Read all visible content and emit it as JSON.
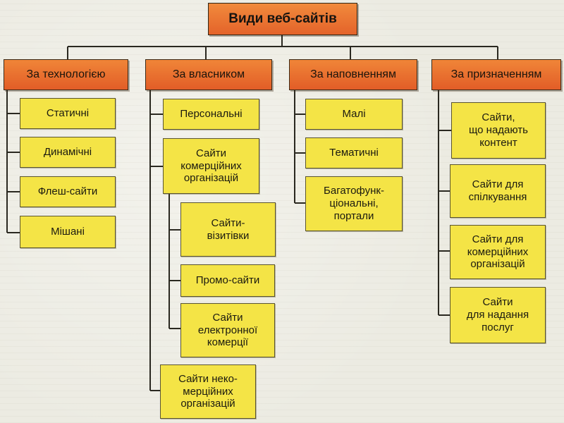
{
  "title": "Види веб-сайтів",
  "categories": [
    {
      "label": "За технологією",
      "items": [
        "Статичні",
        "Динамічні",
        "Флеш-сайти",
        "Мішані"
      ]
    },
    {
      "label": "За власником",
      "items": [
        "Персональні",
        "Сайти\nкомерційних\nорганізацій",
        "Сайти-\nвізитівки",
        "Промо-сайти",
        "Сайти\nелектронної\nкомерції",
        "Сайти неко-\nмерційних\nорганізацій"
      ]
    },
    {
      "label": "За наповненням",
      "items": [
        "Малі",
        "Тематичні",
        "Багатофунк-\nціональні,\nпортали"
      ]
    },
    {
      "label": "За призначенням",
      "items": [
        "Сайти,\nщо надають\nконтент",
        "Сайти для\nспілкування",
        "Сайти для\nкомерційних\nорганізацій",
        "Сайти\nдля надання\nпослуг"
      ]
    }
  ],
  "colors": {
    "category_fill": "#e86a2e",
    "item_fill": "#f4e446",
    "line": "#2a2820"
  }
}
